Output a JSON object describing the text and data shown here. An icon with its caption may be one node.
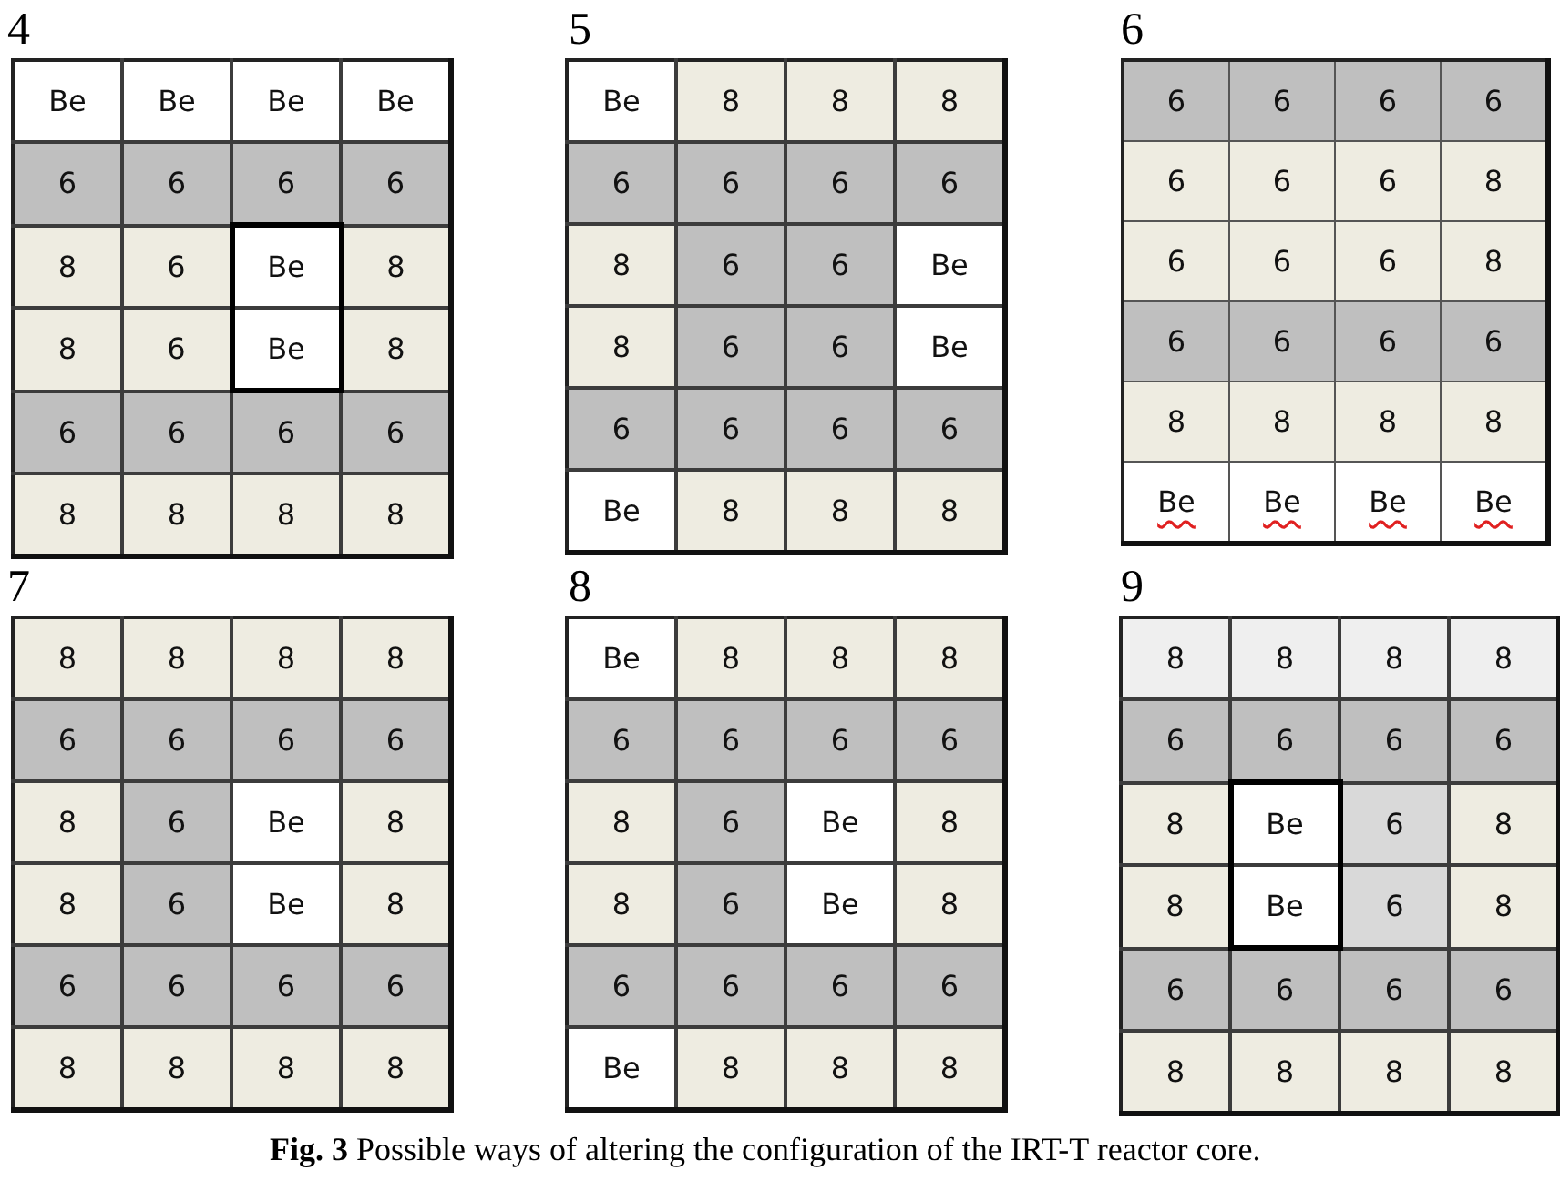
{
  "diagram": {
    "caption": "**Fig. 3** Possible ways of altering the configuration of the IRT-T reactor core.",
    "labels": [
      "4",
      "Be",
      "Be",
      "Be",
      "Be",
      "6",
      "6",
      "6",
      "6",
      "8",
      "6",
      "Be",
      "8",
      "8",
      "6",
      "Be",
      "8",
      "6",
      "6",
      "6",
      "6",
      "8",
      "8",
      "8",
      "8",
      "5",
      "Be",
      "8",
      "8",
      "8",
      "6",
      "6",
      "6",
      "6",
      "8",
      "6",
      "6",
      "Be",
      "8",
      "6",
      "6",
      "Be",
      "6",
      "6",
      "6",
      "6",
      "Be",
      "8",
      "8",
      "8",
      "6",
      "6",
      "6",
      "6",
      "6",
      "6",
      "6",
      "6",
      "8",
      "6",
      "6",
      "6",
      "8",
      "6",
      "6",
      "6",
      "6",
      "8",
      "8",
      "8",
      "8",
      "Be",
      "Be",
      "Be",
      "Be",
      "7",
      "8",
      "8",
      "8",
      "8",
      "6",
      "6",
      "6",
      "6",
      "8",
      "6",
      "Be",
      "8",
      "8",
      "6",
      "Be",
      "8",
      "6",
      "6",
      "6",
      "6",
      "8",
      "8",
      "8",
      "8",
      "8",
      "Be",
      "8",
      "8",
      "8",
      "6",
      "6",
      "6",
      "6",
      "8",
      "6",
      "Be",
      "8",
      "8",
      "6",
      "Be",
      "8",
      "6",
      "6",
      "6",
      "6",
      "Be",
      "8",
      "8",
      "8",
      "9",
      "8",
      "8",
      "8",
      "8",
      "6",
      "6",
      "6",
      "6",
      "8",
      "Be",
      "6",
      "8",
      "8",
      "Be",
      "6",
      "8",
      "6",
      "6",
      "6",
      "6",
      "8",
      "8",
      "8",
      "8"
    ]
  }
}
